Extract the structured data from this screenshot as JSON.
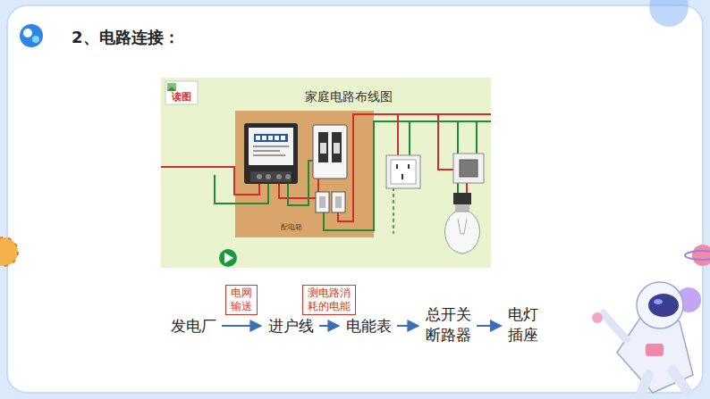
{
  "diagram": {
    "title": "2、电路连接：",
    "nodes": [
      {
        "text": [
          "发电厂"
        ]
      },
      {
        "text": [
          "进户线"
        ]
      },
      {
        "text": [
          "电能表"
        ]
      },
      {
        "text": [
          "总开关 断路器"
        ]
      },
      {
        "text": [
          "电灯 插座"
        ]
      }
    ],
    "edges": [
      {
        "from": 0,
        "to": 1,
        "arrow": "to",
        "label": "电网 输送"
      },
      {
        "from": 1,
        "to": 2,
        "arrow": "to",
        "label": "测电路消 耗的电能"
      },
      {
        "from": 2,
        "to": 3,
        "arrow": "to"
      },
      {
        "from": 3,
        "to": 4,
        "arrow": "to"
      }
    ],
    "labels": [
      "读图",
      "家庭电路布线图",
      "配电箱"
    ]
  }
}
